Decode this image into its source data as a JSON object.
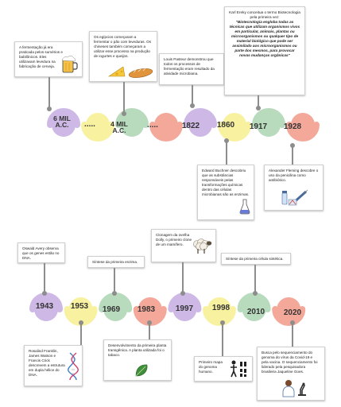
{
  "colors": {
    "purple": "#cdb8e6",
    "yellow": "#f7f1a0",
    "green": "#b8dbbd",
    "salmon": "#f4a89a",
    "pin": "#8d8d8d"
  },
  "row1": {
    "milestones": [
      {
        "label": "6 MIL A.C.",
        "label_lines": [
          "6 MIL",
          "A.C."
        ],
        "color": "purple"
      },
      {
        "label": ".....",
        "color": "yellow"
      },
      {
        "label": "4 MIL A.C.",
        "label_lines": [
          "4 MIL",
          "A.C."
        ],
        "color": "green"
      },
      {
        "label": ".....",
        "color": "salmon"
      },
      {
        "label": "1822",
        "color": "purple"
      },
      {
        "label": "1860",
        "color": "yellow"
      },
      {
        "label": "1917",
        "color": "green"
      },
      {
        "label": "1928",
        "color": "salmon"
      }
    ],
    "notes": [
      {
        "text": "A fermentação já era praticada pelos sumérios e babilônicos. Eles utilizavam levedura na fabricação de cerveja.",
        "icon": "beer-mug-icon"
      },
      {
        "text": "Os egípcios começaram a fermentar o pão com leveduras. Os chineses também começaram a utilizar esse processo na produção de iogurtes e queijos.",
        "icons": [
          "cheese-icon",
          "bread-icon"
        ]
      },
      {
        "text": "Louis Pasteur demonstrou que todos os processos de fermentação eram resultado da atividade microbiana."
      },
      {
        "text": "Edward Buchner descobriu que as substâncias responsáveis pelas transformações químicas dentro das células microbianas são as enzimas.",
        "icon": "flask-icon"
      },
      {
        "text_intro": "Karl Ereky conceitua o termo Biotecnologia pela primeira vez:",
        "quote": "\"Biotecnologia engloba todas as técnicas que utilizam organismos vivos em particular, animais, plantas ou microorganismos ou qualquer tipo de material biológico que pode ser assimilado aos microorganismos ou parte dos mesmos, para provocar novas mudanças orgânicas\""
      },
      {
        "text": "Alexander Fleming descobre o uso da penicilina como antibiótico.",
        "icon": "vaccine-icon"
      }
    ]
  },
  "row2": {
    "milestones": [
      {
        "label": "1943",
        "color": "purple"
      },
      {
        "label": "1953",
        "color": "yellow"
      },
      {
        "label": "1969",
        "color": "green"
      },
      {
        "label": "1983",
        "color": "salmon"
      },
      {
        "label": "1997",
        "color": "purple"
      },
      {
        "label": "1998",
        "color": "yellow"
      },
      {
        "label": "2010",
        "color": "green"
      },
      {
        "label": "2020",
        "color": "salmon"
      }
    ],
    "notes": [
      {
        "text": "Oswald Avery observa que os genes estão no DNA."
      },
      {
        "text": "Rosalind Franklin, James Watson e Francis Crick descrevem a estrutura em dupla hélice do DNA.",
        "icon": "dna-icon"
      },
      {
        "text": "Síntese da primeira enzima."
      },
      {
        "text": "Desenvolvimento da primeira planta transgênica. A planta utilizada foi o tabaco.",
        "icon": "leaf-icon"
      },
      {
        "text": "Clonagem da ovelha Dolly, o primeiro clone de um mamífero.",
        "icon": "sheep-icon"
      },
      {
        "text": "Primeiro mapa do genoma humano.",
        "icon": "human-genome-icon"
      },
      {
        "text": "Síntese da primeira célula sintética."
      },
      {
        "text": "Busca pelo sequenciamento do genoma do vírus da Covid-19 e pela vacina. O sequenciamento foi liderado pela pesquisadora brasileira Jaqueline Goes.",
        "icon": "scientist-microscope-icon"
      }
    ]
  }
}
